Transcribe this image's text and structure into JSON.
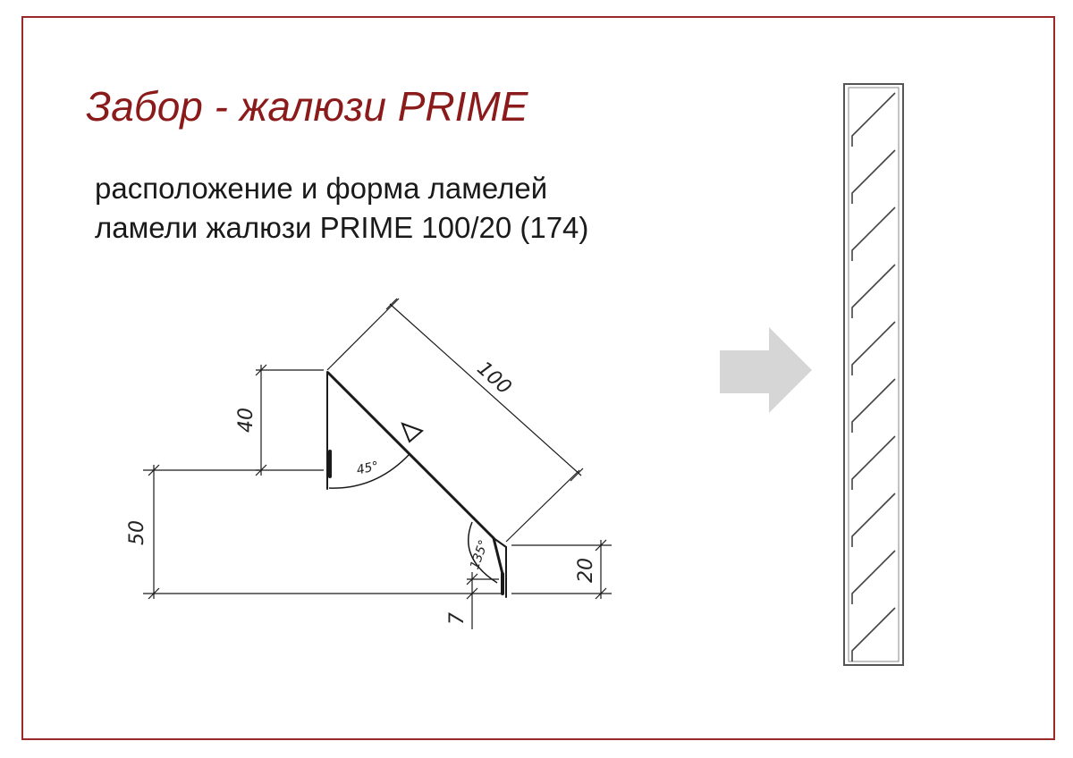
{
  "header": {
    "title": "Забор - жалюзи PRIME",
    "subtitle_line1": "расположение и форма ламелей",
    "subtitle_line2": "ламели жалюзи PRIME 100/20 (174)"
  },
  "drawing": {
    "dimensions": {
      "slat_length": "100",
      "top_height": "40",
      "total_height": "50",
      "lip_height": "20",
      "small_offset": "7",
      "angle_top": "45°",
      "angle_bottom": "135°"
    }
  },
  "fence_preview": {
    "slat_count": 10
  },
  "colors": {
    "title": "#8b1a1a",
    "frame": "#9a2a2a",
    "arrow": "#d6d6d6",
    "line": "#1a1a1a"
  }
}
